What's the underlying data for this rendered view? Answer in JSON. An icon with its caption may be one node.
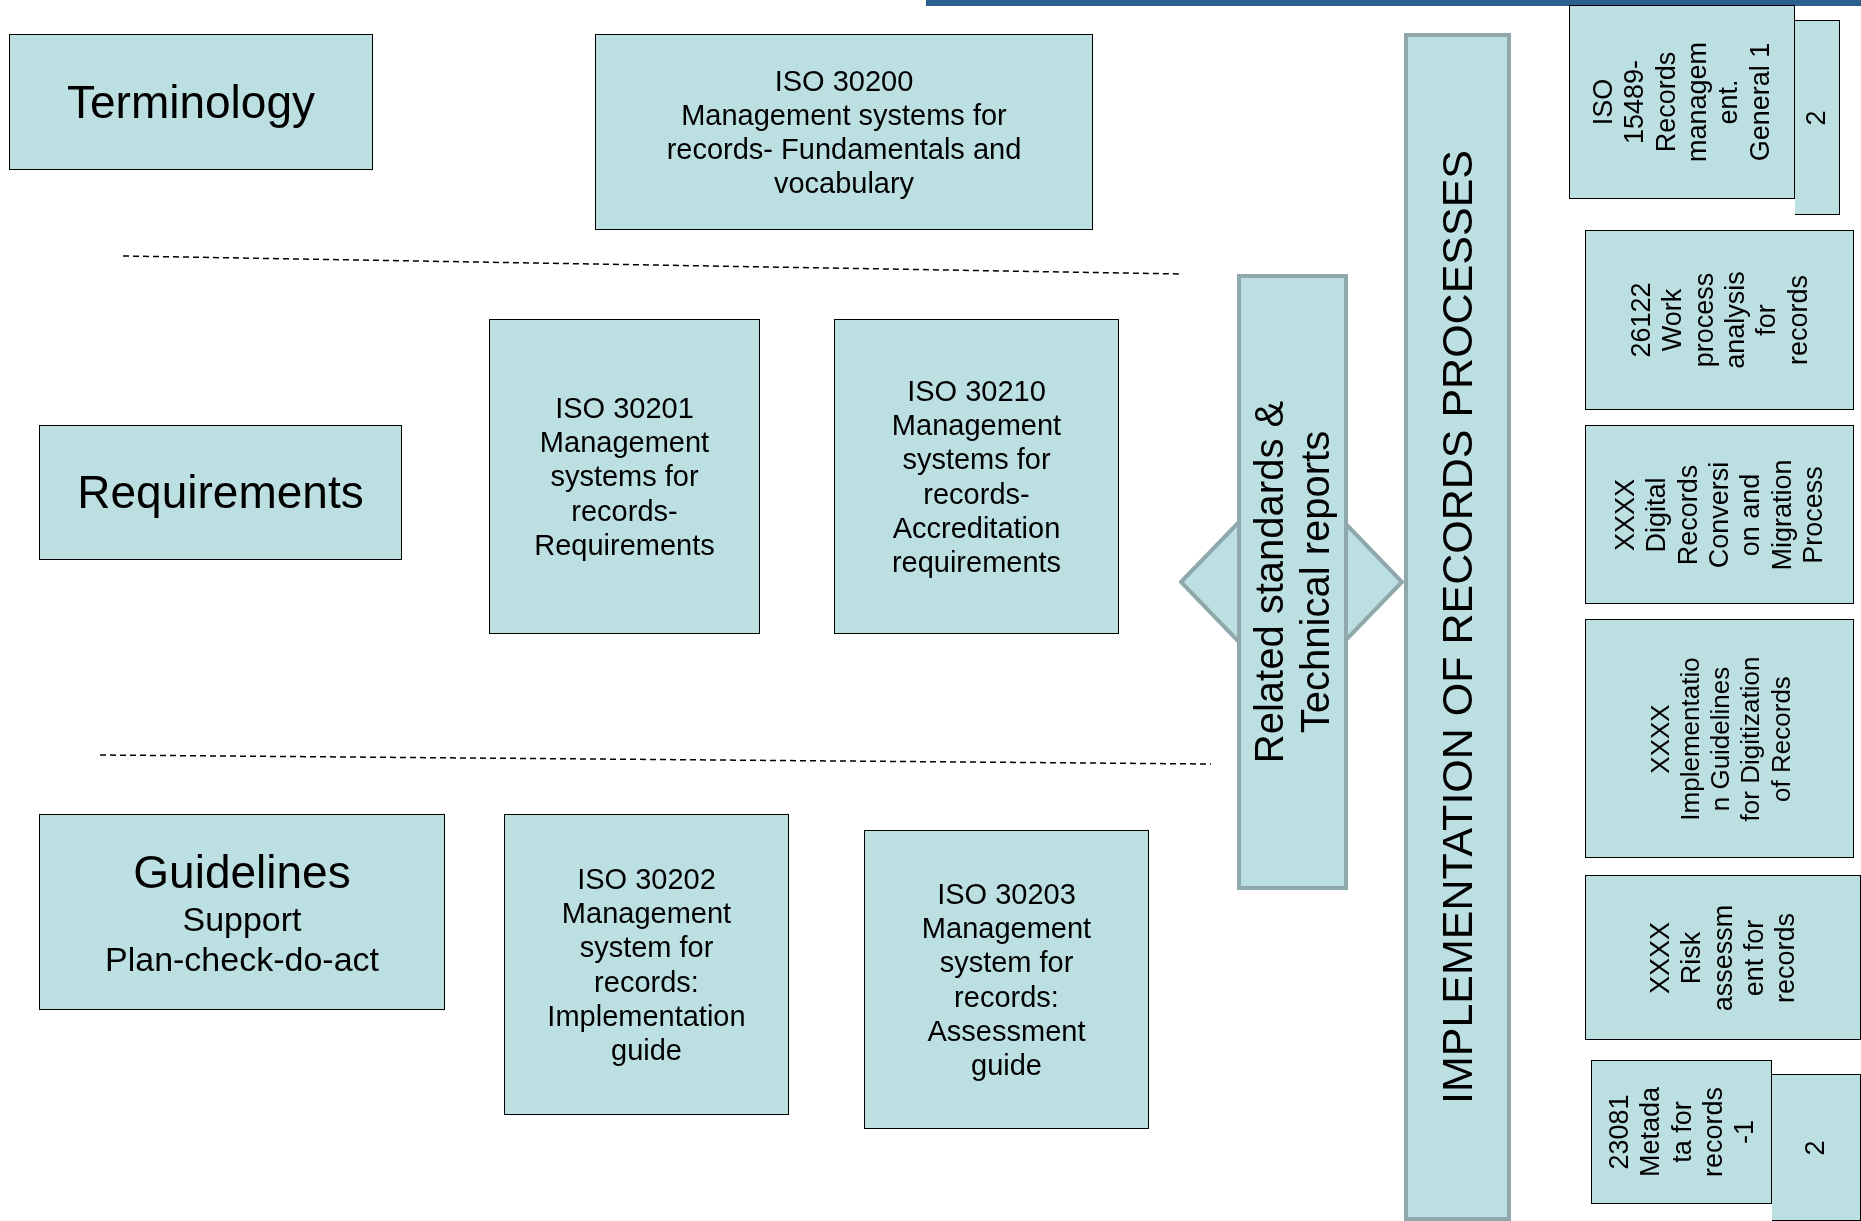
{
  "diagram": {
    "nodes": [
      {
        "text": [
          "Terminology"
        ]
      },
      {
        "text": [
          "ISO 30200",
          "Management systems for records- Fundamentals and vocabulary"
        ]
      },
      {
        "text": [
          "Requirements"
        ]
      },
      {
        "text": [
          "ISO 30201",
          "Management systems for records- Requirements"
        ]
      },
      {
        "text": [
          "ISO 30210",
          "Management systems for records- Accreditation requirements"
        ]
      },
      {
        "text": [
          "Guidelines",
          "Support",
          "Plan-check-do-act"
        ]
      },
      {
        "text": [
          "ISO 30202",
          "Management system for records: Implementation guide"
        ]
      },
      {
        "text": [
          "ISO 30203",
          "Management system for records: Assessment guide"
        ]
      },
      {
        "text": [
          "Related standards & Technical reports"
        ]
      },
      {
        "text": [
          "IMPLEMENTATION OF RECORDS PROCESSES"
        ]
      },
      {
        "text": [
          "ISO 15489- Records managem ent. General 1"
        ]
      },
      {
        "text": [
          "2"
        ]
      },
      {
        "text": [
          "26122 Work process analysis for records"
        ]
      },
      {
        "text": [
          "XXXX Digital Records Conversi on and Migration Process"
        ]
      },
      {
        "text": [
          "XXXX Implementatio n Guidelines for Digitization of Records"
        ]
      },
      {
        "text": [
          "XXXX Risk assessm ent for records"
        ]
      },
      {
        "text": [
          "23081 Metada ta for records -1"
        ]
      },
      {
        "text": [
          "2"
        ]
      }
    ]
  }
}
